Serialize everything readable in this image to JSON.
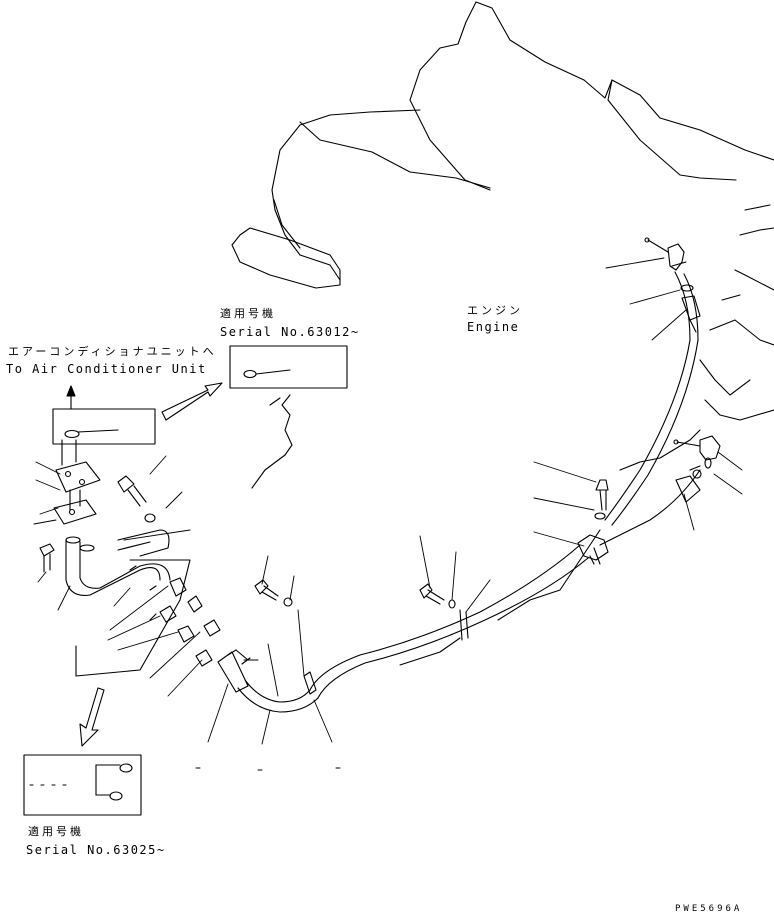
{
  "labels": {
    "engine_jp": "エンジン",
    "engine_en": "Engine",
    "aircon_jp": "エアーコンディショナユニットへ",
    "aircon_en": "To Air Conditioner Unit",
    "serial_top_jp": "適用号機",
    "serial_top_en": "Serial No.63012~",
    "serial_bottom_jp": "適用号機",
    "serial_bottom_en": "Serial No.63025~",
    "drawing_code": "PWE5696A"
  },
  "colors": {
    "line": "#000000",
    "background": "#ffffff"
  }
}
